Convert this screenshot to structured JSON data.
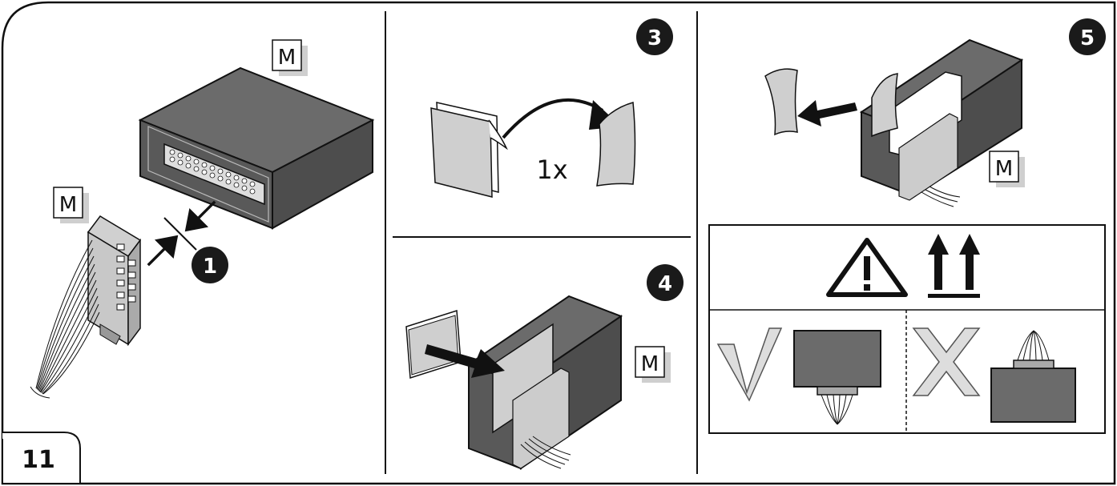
{
  "figure": {
    "figure_number": "11",
    "module_label": "M"
  },
  "panels": [
    {
      "step": "1"
    },
    {
      "step": "3",
      "count_label": "1x"
    },
    {
      "step": "4"
    },
    {
      "step": "5"
    }
  ],
  "orientation_panel": {
    "warning_symbol": "warning-triangle-icon",
    "arrows_symbol": "this-side-up-icon",
    "correct_symbol": "check-mark-icon",
    "wrong_symbol": "cross-mark-icon"
  },
  "colors": {
    "module_dark": "#595959",
    "module_top": "#6b6b6b",
    "label_paper": "#cfcfcf",
    "line": "#1a1a1a"
  }
}
